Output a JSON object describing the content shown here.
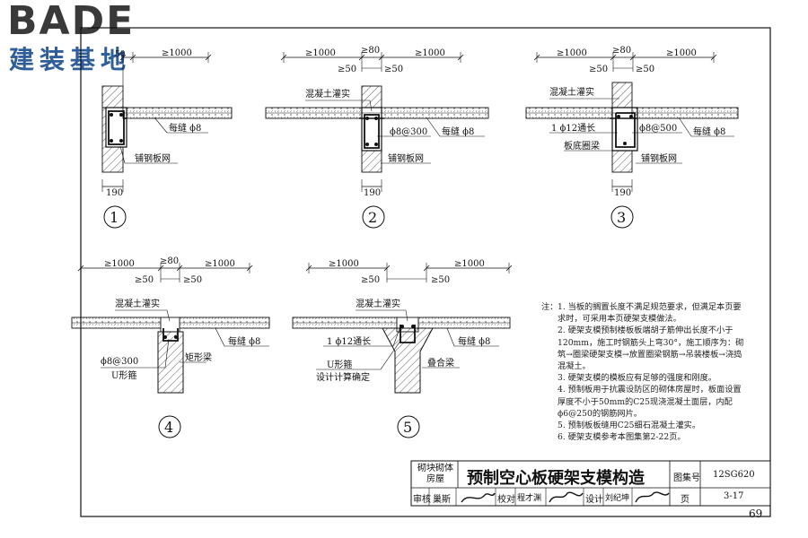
{
  "logo": {
    "top": "BADE",
    "bottom": "建装基地"
  },
  "details": [
    {
      "number": "1",
      "dims": {
        "top_single": "50",
        "top_right": "≥1000",
        "bottom": "190"
      },
      "labels": {
        "seam": "每缝 ϕ8",
        "mesh": "铺钢板网"
      }
    },
    {
      "number": "2",
      "dims": {
        "top_left": "≥1000",
        "top_mid": "≥80",
        "top_right": "≥1000",
        "lower_left": "≥50",
        "lower_right": "≥50",
        "bottom": "190"
      },
      "labels": {
        "concrete": "混凝土灌实",
        "stirrup": "ϕ8@300",
        "seam": "每缝 ϕ8",
        "mesh": "铺钢板网"
      }
    },
    {
      "number": "3",
      "dims": {
        "top_left": "≥1000",
        "top_mid": "≥80",
        "top_right": "≥1000",
        "lower_left": "≥50",
        "lower_right": "≥50",
        "bottom": "190"
      },
      "labels": {
        "concrete": "混凝土灌实",
        "rebar": "1 ϕ12通长",
        "stirrup": "ϕ8@500",
        "seam": "每缝 ϕ8",
        "ring_beam": "板底圈梁",
        "mesh": "铺钢板网"
      }
    },
    {
      "number": "4",
      "dims": {
        "top_left": "≥1000",
        "top_mid": "≥80",
        "top_right": "≥1000",
        "lower_left": "≥50",
        "lower_right": "≥50"
      },
      "labels": {
        "concrete": "混凝土灌实",
        "seam": "每缝 ϕ8",
        "stirrup": "ϕ8@300",
        "u_stirrup": "U形箍",
        "beam": "矩形梁"
      }
    },
    {
      "number": "5",
      "dims": {
        "top_left": "≥1000",
        "top_right": "≥1000",
        "lower_left": "≥50",
        "lower_right": "≥50"
      },
      "labels": {
        "concrete": "混凝土灌实",
        "rebar": "1 ϕ12通长",
        "seam": "每缝 ϕ8",
        "u_stirrup": "U形箍",
        "design": "设计计算确定",
        "beam": "叠合梁"
      }
    }
  ],
  "notes": {
    "heading": "注：",
    "items": [
      "1. 当板的搁置长度不满足规范要求，但满足本页要求时，可采用本页硬架支模做法。",
      "2. 硬架支模预制楼板板端胡子筋伸出长度不小于120mm，施工时钢筋头上弯30°，施工顺序为：砌筑→圈梁硬架支模→放置圈梁钢筋→吊装楼板→浇捣混凝土。",
      "3. 硬架支模的模板应有足够的强度和刚度。",
      "4. 预制板用于抗震设防区的砌体房屋时，板面设置厚度不小于50mm的C25现浇混凝土面层，内配 ϕ6@250的钢筋网片。",
      "5. 预制板板缝用C25细石混凝土灌实。",
      "6. 硬架支模参考本图集第2-22页。"
    ]
  },
  "title_block": {
    "category": "砌块砌体房屋",
    "title": "预制空心板硬架支模构造",
    "atlas_label": "图集号",
    "atlas_no": "12SG620",
    "review_label": "审核",
    "reviewer": "巢斯",
    "check_label": "校对",
    "checker": "程才渊",
    "design_label": "设计",
    "designer": "刘纪坤",
    "page_label": "页",
    "page_no": "3-17"
  },
  "page_number": "69"
}
